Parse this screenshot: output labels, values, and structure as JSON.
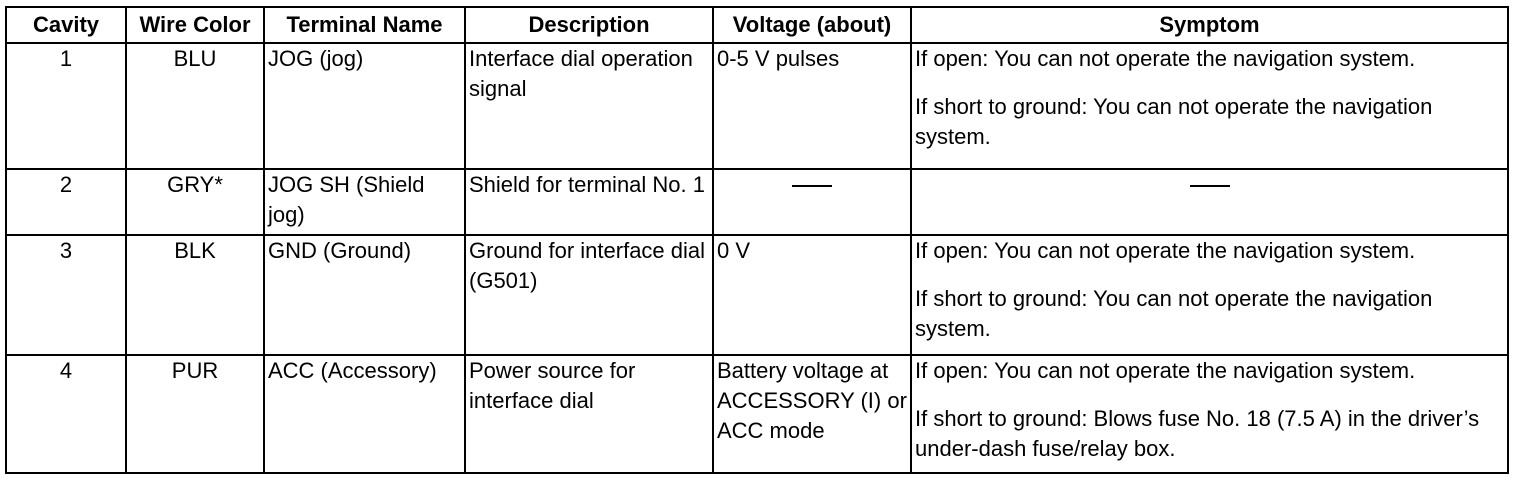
{
  "headers": [
    "Cavity",
    "Wire Color",
    "Terminal Name",
    "Description",
    "Voltage (about)",
    "Symptom"
  ],
  "rows": [
    {
      "cavity": "1",
      "wire_color": "BLU",
      "terminal": "JOG (jog)",
      "description": "Interface dial operation signal",
      "voltage": "0-5 V pulses",
      "symptom_open": "If open: You can not operate the navigation system.",
      "symptom_short": "If short to ground: You can not operate the navigation system."
    },
    {
      "cavity": "2",
      "wire_color": "GRY*",
      "terminal": "JOG SH (Shield jog)",
      "description": "Shield for terminal No. 1",
      "voltage": "",
      "symptom": ""
    },
    {
      "cavity": "3",
      "wire_color": "BLK",
      "terminal": "GND (Ground)",
      "description": "Ground for interface dial (G501)",
      "voltage": "0 V",
      "symptom_open": "If open: You can not operate the navigation system.",
      "symptom_short": "If short to ground: You can not operate the navigation system."
    },
    {
      "cavity": "4",
      "wire_color": "PUR",
      "terminal": "ACC (Accessory)",
      "description": "Power source for interface dial",
      "voltage": "Battery voltage at ACCESSORY (I) or ACC mode",
      "symptom_open": "If open: You can not operate the navigation system.",
      "symptom_short": "If short to ground: Blows fuse No. 18 (7.5 A) in the driver’s under-dash fuse/relay box."
    }
  ]
}
